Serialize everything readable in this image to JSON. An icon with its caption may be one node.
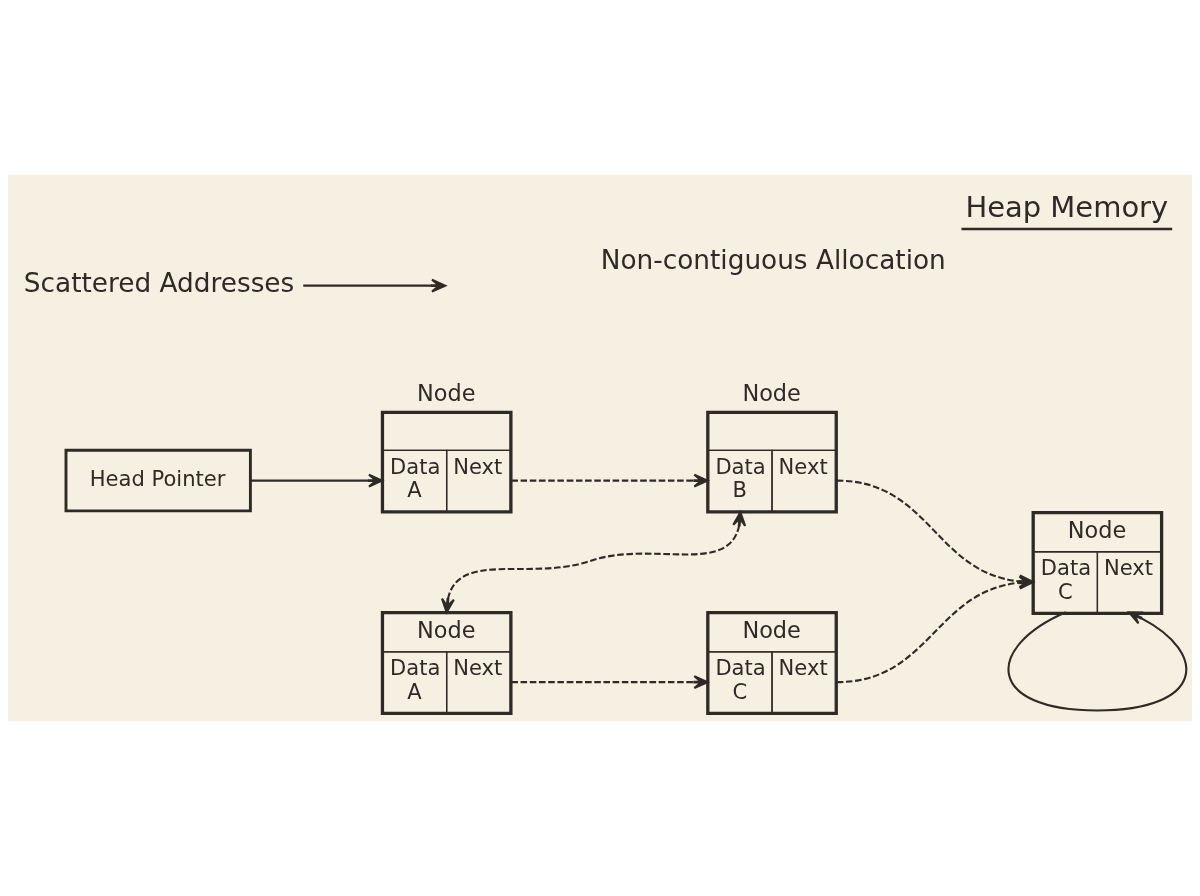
{
  "diagram": {
    "title": "Heap Memory",
    "nodes": [
      {
        "text": [
          "Head Pointer"
        ]
      },
      {
        "text": [
          "Node",
          "Data",
          "A",
          "Next"
        ]
      },
      {
        "text": [
          "Node",
          "Data",
          "B",
          "Next"
        ]
      },
      {
        "text": [
          "Scattered Addresses"
        ]
      },
      {
        "text": [
          "Node",
          "Data",
          "C",
          "Next"
        ]
      },
      {
        "text": [
          "Node",
          "Data",
          "A",
          "Next"
        ]
      },
      {
        "text": [
          "Node",
          "Data",
          "C",
          "Next"
        ]
      }
    ],
    "edges": [
      {
        "from": 0,
        "to": 1,
        "arrow": "to"
      },
      {
        "from": 1,
        "to": 2,
        "arrow": "to",
        "style": "dashed"
      },
      {
        "from": 2,
        "to": 4,
        "arrow": "to",
        "style": "dashed"
      },
      {
        "from": 3,
        "to": null,
        "arrow": "to"
      },
      {
        "from": 2,
        "to": 5,
        "arrow": "both",
        "style": "dashed"
      },
      {
        "from": 5,
        "to": 6,
        "arrow": "to",
        "style": "dashed"
      },
      {
        "from": 6,
        "to": 4,
        "arrow": "to",
        "style": "dashed"
      },
      {
        "from": 4,
        "to": 4,
        "arrow": "to"
      }
    ],
    "labels": [
      "Non-contiguous Allocation"
    ]
  }
}
